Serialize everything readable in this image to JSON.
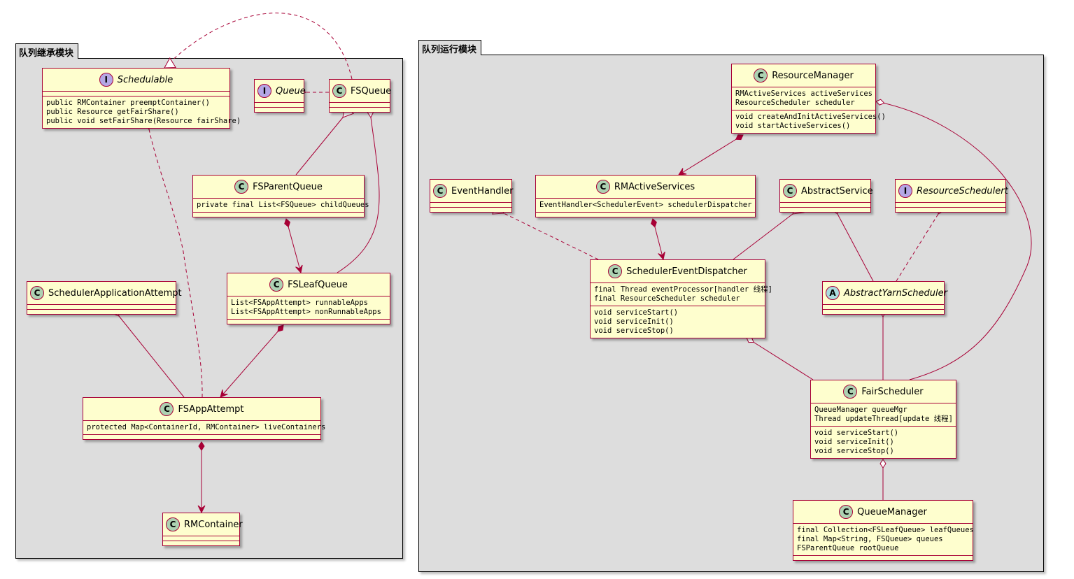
{
  "colors": {
    "class_fill": "#fefece",
    "class_border": "#a80036",
    "package_fill": "#dddddd",
    "circle_class": "#add1b2",
    "circle_interface": "#b4a7e5",
    "circle_abstract": "#a9dcdf"
  },
  "packages": {
    "inherit": {
      "label": "队列继承模块"
    },
    "runtime": {
      "label": "队列运行模块"
    }
  },
  "classes": {
    "schedulable": {
      "name": "Schedulable",
      "stereotype": "I",
      "italic": true,
      "fields": [],
      "methods": [
        "public RMContainer preemptContainer()",
        "public Resource getFairShare()",
        "public void setFairShare(Resource fairShare)"
      ]
    },
    "queue": {
      "name": "Queue",
      "stereotype": "I",
      "italic": true,
      "fields": [],
      "methods": []
    },
    "fsqueue": {
      "name": "FSQueue",
      "stereotype": "C",
      "italic": false,
      "fields": [],
      "methods": []
    },
    "fsparentqueue": {
      "name": "FSParentQueue",
      "stereotype": "C",
      "italic": false,
      "fields": [
        "private final List<FSQueue> childQueues"
      ],
      "methods": []
    },
    "fsleafqueue": {
      "name": "FSLeafQueue",
      "stereotype": "C",
      "italic": false,
      "fields": [
        "List<FSAppAttempt> runnableApps",
        "List<FSAppAttempt> nonRunnableApps"
      ],
      "methods": []
    },
    "schedulerapplicationattempt": {
      "name": "SchedulerApplicationAttempt",
      "stereotype": "C",
      "italic": false,
      "fields": [],
      "methods": []
    },
    "fsappattempt": {
      "name": "FSAppAttempt",
      "stereotype": "C",
      "italic": false,
      "fields": [
        "protected Map<ContainerId, RMContainer> liveContainers"
      ],
      "methods": []
    },
    "rmcontainer": {
      "name": "RMContainer",
      "stereotype": "C",
      "italic": false,
      "fields": [],
      "methods": []
    },
    "resourcemanager": {
      "name": "ResourceManager",
      "stereotype": "C",
      "italic": false,
      "fields": [
        "RMActiveServices activeServices",
        "ResourceScheduler scheduler"
      ],
      "methods": [
        "void createAndInitActiveServices()",
        "void startActiveServices()"
      ]
    },
    "eventhandler": {
      "name": "EventHandler",
      "stereotype": "C",
      "italic": false,
      "fields": [],
      "methods": []
    },
    "rmactiveservices": {
      "name": "RMActiveServices",
      "stereotype": "C",
      "italic": false,
      "fields": [
        "EventHandler<SchedulerEvent> schedulerDispatcher"
      ],
      "methods": []
    },
    "abstractservice": {
      "name": "AbstractService",
      "stereotype": "C",
      "italic": false,
      "fields": [],
      "methods": []
    },
    "resourceschedulert": {
      "name": "ResourceSchedulert",
      "stereotype": "I",
      "italic": true,
      "fields": [],
      "methods": []
    },
    "schedulereventdispatcher": {
      "name": "SchedulerEventDispatcher",
      "stereotype": "C",
      "italic": false,
      "fields": [
        "final Thread eventProcessor[handler 线程]",
        "final ResourceScheduler scheduler"
      ],
      "methods": [
        "void serviceStart()",
        "void serviceInit()",
        "void serviceStop()"
      ]
    },
    "abstractyarnscheduler": {
      "name": "AbstractYarnScheduler",
      "stereotype": "A",
      "italic": true,
      "fields": [],
      "methods": []
    },
    "fairscheduler": {
      "name": "FairScheduler",
      "stereotype": "C",
      "italic": false,
      "fields": [
        "QueueManager queueMgr",
        "Thread updateThread[update 线程]"
      ],
      "methods": [
        "void serviceStart()",
        "void serviceInit()",
        "void serviceStop()"
      ]
    },
    "queuemanager": {
      "name": "QueueManager",
      "stereotype": "C",
      "italic": false,
      "fields": [
        "final Collection<FSLeafQueue> leafQueues",
        "final Map<String, FSQueue> queues",
        "FSParentQueue rootQueue"
      ],
      "methods": []
    }
  },
  "relations": [
    {
      "from": "fsqueue",
      "to": "schedulable",
      "kind": "realization"
    },
    {
      "from": "fsqueue",
      "to": "queue",
      "kind": "realization"
    },
    {
      "from": "fsparentqueue",
      "to": "fsqueue",
      "kind": "extension"
    },
    {
      "from": "fsleafqueue",
      "to": "fsqueue",
      "kind": "extension"
    },
    {
      "from": "fsparentqueue",
      "to": "fsleafqueue",
      "kind": "composition"
    },
    {
      "from": "fsappattempt",
      "to": "schedulerapplicationattempt",
      "kind": "extension"
    },
    {
      "from": "fsappattempt",
      "to": "schedulable",
      "kind": "realization"
    },
    {
      "from": "fsleafqueue",
      "to": "fsappattempt",
      "kind": "composition"
    },
    {
      "from": "fsappattempt",
      "to": "rmcontainer",
      "kind": "composition"
    },
    {
      "from": "resourcemanager",
      "to": "rmactiveservices",
      "kind": "composition"
    },
    {
      "from": "resourcemanager",
      "to": "fairscheduler",
      "kind": "aggregation"
    },
    {
      "from": "rmactiveservices",
      "to": "schedulereventdispatcher",
      "kind": "composition"
    },
    {
      "from": "schedulereventdispatcher",
      "to": "eventhandler",
      "kind": "realization"
    },
    {
      "from": "schedulereventdispatcher",
      "to": "abstractservice",
      "kind": "extension"
    },
    {
      "from": "abstractyarnscheduler",
      "to": "abstractservice",
      "kind": "extension"
    },
    {
      "from": "abstractyarnscheduler",
      "to": "resourceschedulert",
      "kind": "realization"
    },
    {
      "from": "fairscheduler",
      "to": "abstractyarnscheduler",
      "kind": "extension"
    },
    {
      "from": "schedulereventdispatcher",
      "to": "fairscheduler",
      "kind": "aggregation"
    },
    {
      "from": "fairscheduler",
      "to": "queuemanager",
      "kind": "aggregation"
    }
  ]
}
